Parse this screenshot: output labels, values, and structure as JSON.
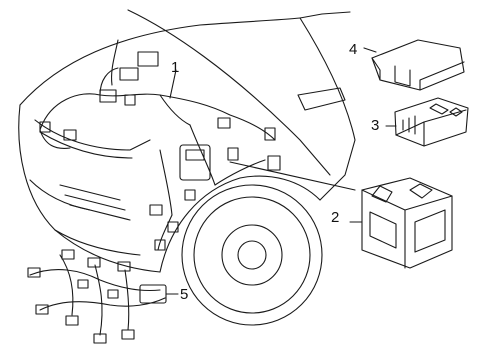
{
  "callouts": [
    {
      "label": "1",
      "part": "engine-wiring-harness"
    },
    {
      "label": "2",
      "part": "junction-block"
    },
    {
      "label": "3",
      "part": "fuse-relay-block"
    },
    {
      "label": "4",
      "part": "fuse-box-cover"
    },
    {
      "label": "5",
      "part": "sub-wiring-harness"
    }
  ],
  "colors": {
    "line": "#1a1a1a",
    "background": "#ffffff"
  }
}
